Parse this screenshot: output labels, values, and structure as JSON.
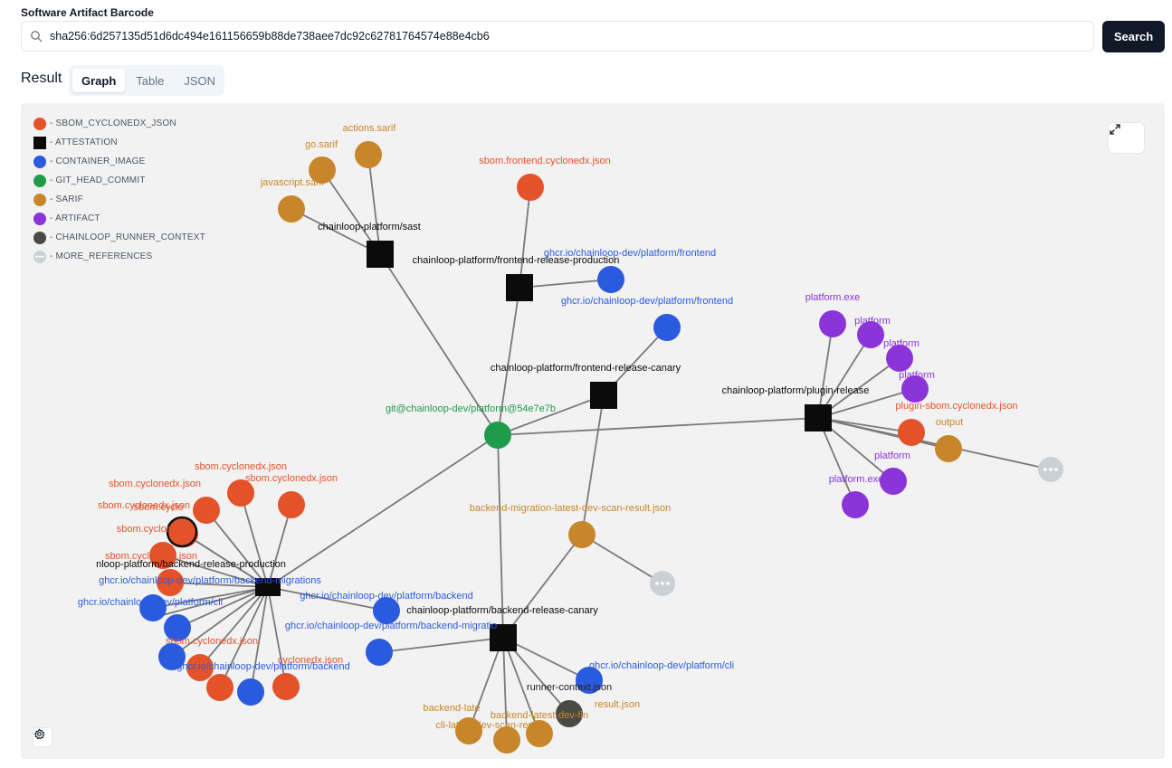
{
  "search": {
    "label": "Software Artifact Barcode",
    "value": "sha256:6d257135d51d6dc494e161156659b88de738aee7dc92c62781764574e88e4cb6",
    "button_label": "Search"
  },
  "result": {
    "label": "Result",
    "tabs": [
      {
        "label": "Graph",
        "active": true
      },
      {
        "label": "Table",
        "active": false
      },
      {
        "label": "JSON",
        "active": false
      }
    ]
  },
  "colors": {
    "SBOM_CYCLONEDX_JSON": "#e4522a",
    "ATTESTATION": "#0b0b0b",
    "CONTAINER_IMAGE": "#2a5bde",
    "GIT_HEAD_COMMIT": "#1f9b4a",
    "SARIF": "#c8862a",
    "ARTIFACT": "#8b34d9",
    "CHAINLOOP_RUNNER_CONTEXT": "#4a4a45",
    "MORE_REFERENCES": "#cbd0d6"
  },
  "legend": [
    {
      "type": "SBOM_CYCLONEDX_JSON",
      "label": "- SBOM_CYCLONEDX_JSON",
      "shape": "circle"
    },
    {
      "type": "ATTESTATION",
      "label": "- ATTESTATION",
      "shape": "square"
    },
    {
      "type": "CONTAINER_IMAGE",
      "label": "- CONTAINER_IMAGE",
      "shape": "circle"
    },
    {
      "type": "GIT_HEAD_COMMIT",
      "label": "- GIT_HEAD_COMMIT",
      "shape": "circle"
    },
    {
      "type": "SARIF",
      "label": "- SARIF",
      "shape": "circle"
    },
    {
      "type": "ARTIFACT",
      "label": "- ARTIFACT",
      "shape": "circle"
    },
    {
      "type": "CHAINLOOP_RUNNER_CONTEXT",
      "label": "- CHAINLOOP_RUNNER_CONTEXT",
      "shape": "circle"
    },
    {
      "type": "MORE_REFERENCES",
      "label": "- MORE_REFERENCES",
      "shape": "more"
    }
  ],
  "graph": {
    "nodes": [
      {
        "id": "git",
        "type": "GIT_HEAD_COMMIT",
        "label": "git@chainloop-dev/platform@54e7e7b"
      },
      {
        "id": "att_sast",
        "type": "ATTESTATION",
        "label": "chainloop-platform/sast"
      },
      {
        "id": "att_fe_prod",
        "type": "ATTESTATION",
        "label": "chainloop-platform/frontend-release-production"
      },
      {
        "id": "att_fe_canary",
        "type": "ATTESTATION",
        "label": "chainloop-platform/frontend-release-canary"
      },
      {
        "id": "att_plugin",
        "type": "ATTESTATION",
        "label": "chainloop-platform/plugin-release"
      },
      {
        "id": "att_be_prod",
        "type": "ATTESTATION",
        "label": "nloop-platform/backend-release-production"
      },
      {
        "id": "att_be_canary",
        "type": "ATTESTATION",
        "label": "chainloop-platform/backend-release-canary"
      },
      {
        "id": "sarif_actions",
        "type": "SARIF",
        "label": "actions.sarif"
      },
      {
        "id": "sarif_go",
        "type": "SARIF",
        "label": "go.sarif"
      },
      {
        "id": "sarif_js",
        "type": "SARIF",
        "label": "javascript.sarif"
      },
      {
        "id": "sbom_frontend",
        "type": "SBOM_CYCLONEDX_JSON",
        "label": "sbom.frontend.cyclonedx.json"
      },
      {
        "id": "img_fe1",
        "type": "CONTAINER_IMAGE",
        "label": "ghcr.io/chainloop-dev/platform/frontend"
      },
      {
        "id": "img_fe2",
        "type": "CONTAINER_IMAGE",
        "label": "ghcr.io/chainloop-dev/platform/frontend"
      },
      {
        "id": "art_exe1",
        "type": "ARTIFACT",
        "label": "platform.exe"
      },
      {
        "id": "art_p1",
        "type": "ARTIFACT",
        "label": "platform"
      },
      {
        "id": "art_p2",
        "type": "ARTIFACT",
        "label": "platform"
      },
      {
        "id": "art_p3",
        "type": "ARTIFACT",
        "label": "platform"
      },
      {
        "id": "sbom_plugin",
        "type": "SBOM_CYCLONEDX_JSON",
        "label": "plugin-sbom.cyclonedx.json"
      },
      {
        "id": "sarif_output",
        "type": "SARIF",
        "label": "output"
      },
      {
        "id": "more_plugin",
        "type": "MORE_REFERENCES",
        "label": ""
      },
      {
        "id": "art_p4",
        "type": "ARTIFACT",
        "label": "platform"
      },
      {
        "id": "art_exe2",
        "type": "ARTIFACT",
        "label": "platform.exe"
      },
      {
        "id": "sarif_migration",
        "type": "SARIF",
        "label": "backend-migration-latest-dev-scan-result.json"
      },
      {
        "id": "more_migration",
        "type": "MORE_REFERENCES",
        "label": ""
      },
      {
        "id": "img_cli_c",
        "type": "CONTAINER_IMAGE",
        "label": "ghcr.io/chainloop-dev/platform/cli"
      },
      {
        "id": "runner_ctx",
        "type": "CHAINLOOP_RUNNER_CONTEXT",
        "label": "runner-context.json"
      },
      {
        "id": "sarif_bl1",
        "type": "SARIF",
        "label": "backend-late"
      },
      {
        "id": "sarif_bl2",
        "type": "SARIF",
        "label": "cli-latest-dev-scan-result"
      },
      {
        "id": "sarif_bl3",
        "type": "SARIF",
        "label": "backend-latest-dev-fin"
      },
      {
        "id": "result_json",
        "type": "SARIF",
        "label": "result.json"
      },
      {
        "id": "img_be",
        "type": "CONTAINER_IMAGE",
        "label": "ghcr.io/chainloop-dev/platform/backend"
      },
      {
        "id": "img_be_mig",
        "type": "CONTAINER_IMAGE",
        "label": "ghcr.io/chainloop-dev/platform/backend-migratio"
      },
      {
        "id": "sbom_b1",
        "type": "SBOM_CYCLONEDX_JSON",
        "label": "sbom.cyclonedx.json"
      },
      {
        "id": "sbom_b2",
        "type": "SBOM_CYCLONEDX_JSON",
        "label": "sbom.cyclonedx.json"
      },
      {
        "id": "sbom_b3",
        "type": "SBOM_CYCLONEDX_JSON",
        "label": "sbom.cyclonedx.json"
      },
      {
        "id": "sbom_b4",
        "type": "SBOM_CYCLONEDX_JSON",
        "label": "sbom.cyclo"
      },
      {
        "id": "sbom_b5",
        "type": "SBOM_CYCLONEDX_JSON",
        "label": "sbom.cyclonedx.json"
      },
      {
        "id": "sbom_b6",
        "type": "SBOM_CYCLONEDX_JSON",
        "label": "sbom.cyclonedx-"
      },
      {
        "id": "sbom_b7",
        "type": "SBOM_CYCLONEDX_JSON",
        "label": "sbom.cyclonedx.json"
      },
      {
        "id": "img_b_mig",
        "type": "CONTAINER_IMAGE",
        "label": "ghcr.io/chainloop-dev/platform/backend-migrations"
      },
      {
        "id": "img_b_cli",
        "type": "CONTAINER_IMAGE",
        "label": "ghcr.io/chainloop-dev/platform/cli"
      },
      {
        "id": "img_b_sq",
        "type": "CONTAINER_IMAGE",
        "label": ""
      },
      {
        "id": "sbom_b8",
        "type": "SBOM_CYCLONEDX_JSON",
        "label": "sbom.cyclonedx.json"
      },
      {
        "id": "sbom_b9",
        "type": "SBOM_CYCLONEDX_JSON",
        "label": "cyclonedx.json"
      },
      {
        "id": "sbom_b10",
        "type": "SBOM_CYCLONEDX_JSON",
        "label": ""
      },
      {
        "id": "img_be2",
        "type": "CONTAINER_IMAGE",
        "label": "ghcr.io/chainloop-dev/platform/backend"
      },
      {
        "id": "sbom_b11",
        "type": "SBOM_CYCLONEDX_JSON",
        "label": ""
      }
    ],
    "edges": [
      [
        "git",
        "att_sast"
      ],
      [
        "git",
        "att_fe_prod"
      ],
      [
        "git",
        "att_fe_canary"
      ],
      [
        "git",
        "att_plugin"
      ],
      [
        "git",
        "att_be_prod"
      ],
      [
        "git",
        "att_be_canary"
      ],
      [
        "att_sast",
        "sarif_actions"
      ],
      [
        "att_sast",
        "sarif_go"
      ],
      [
        "att_sast",
        "sarif_js"
      ],
      [
        "att_fe_prod",
        "sbom_frontend"
      ],
      [
        "att_fe_prod",
        "img_fe1"
      ],
      [
        "att_fe_canary",
        "img_fe2"
      ],
      [
        "att_fe_canary",
        "sarif_migration"
      ],
      [
        "att_plugin",
        "art_exe1"
      ],
      [
        "att_plugin",
        "art_p1"
      ],
      [
        "att_plugin",
        "art_p2"
      ],
      [
        "att_plugin",
        "art_p3"
      ],
      [
        "att_plugin",
        "sbom_plugin"
      ],
      [
        "att_plugin",
        "sarif_output"
      ],
      [
        "att_plugin",
        "more_plugin"
      ],
      [
        "att_plugin",
        "art_p4"
      ],
      [
        "att_plugin",
        "art_exe2"
      ],
      [
        "att_be_canary",
        "sarif_migration"
      ],
      [
        "sarif_migration",
        "more_migration"
      ],
      [
        "att_be_canary",
        "img_cli_c"
      ],
      [
        "att_be_canary",
        "runner_ctx"
      ],
      [
        "att_be_canary",
        "sarif_bl1"
      ],
      [
        "att_be_canary",
        "sarif_bl2"
      ],
      [
        "att_be_canary",
        "sarif_bl3"
      ],
      [
        "att_be_canary",
        "img_be_mig"
      ],
      [
        "att_be_prod",
        "img_be"
      ],
      [
        "att_be_prod",
        "sbom_b1"
      ],
      [
        "att_be_prod",
        "sbom_b2"
      ],
      [
        "att_be_prod",
        "sbom_b3"
      ],
      [
        "att_be_prod",
        "sbom_b4"
      ],
      [
        "att_be_prod",
        "sbom_b5"
      ],
      [
        "att_be_prod",
        "sbom_b6"
      ],
      [
        "att_be_prod",
        "sbom_b7"
      ],
      [
        "att_be_prod",
        "img_b_mig"
      ],
      [
        "att_be_prod",
        "img_b_cli"
      ],
      [
        "att_be_prod",
        "img_b_sq"
      ],
      [
        "att_be_prod",
        "sbom_b8"
      ],
      [
        "att_be_prod",
        "sbom_b9"
      ],
      [
        "att_be_prod",
        "sbom_b10"
      ],
      [
        "att_be_prod",
        "img_be2"
      ],
      [
        "att_be_prod",
        "sbom_b11"
      ]
    ]
  }
}
